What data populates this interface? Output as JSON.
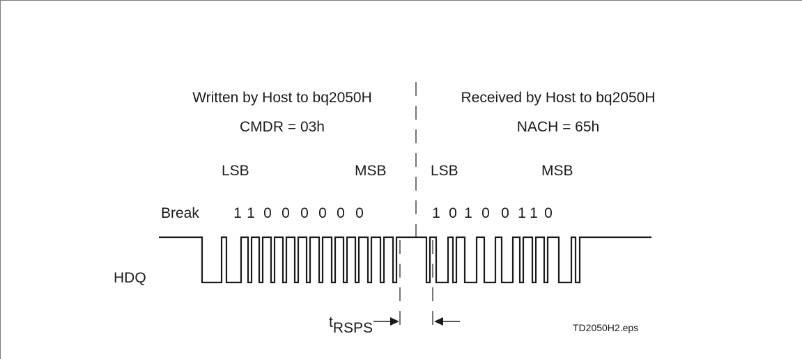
{
  "left_header": {
    "line1": "Written by Host to bq2050H",
    "line2": "CMDR = 03h"
  },
  "right_header": {
    "line1": "Received by Host to bq2050H",
    "line2": "NACH = 65h"
  },
  "left_order": {
    "lsb": "LSB",
    "msb": "MSB"
  },
  "right_order": {
    "lsb": "LSB",
    "msb": "MSB"
  },
  "break_label": "Break",
  "left_bits": [
    "1",
    "1",
    "0",
    "0",
    "0",
    "0",
    "0",
    "0"
  ],
  "right_bits": [
    "1",
    "0",
    "1",
    "0",
    "0",
    "1",
    "1",
    "0"
  ],
  "signal_label": "HDQ",
  "timing_label": {
    "main": "t",
    "sub": "RSPS"
  },
  "file_label": "TD2050H2.eps"
}
